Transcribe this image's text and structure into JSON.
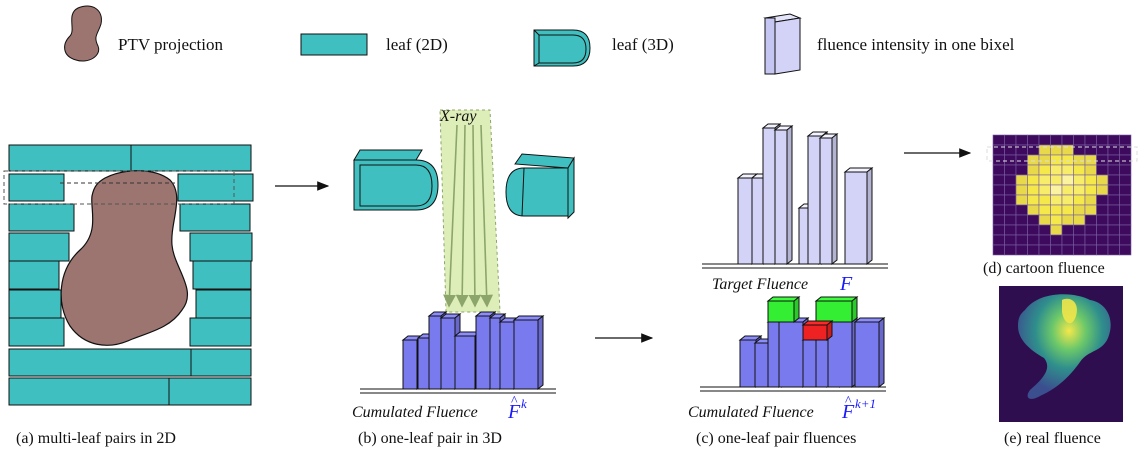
{
  "legend": {
    "ptv": "PTV projection",
    "leaf2d": "leaf (2D)",
    "leaf3d": "leaf (3D)",
    "bixel": "fluence intensity in one bixel"
  },
  "panel_b": {
    "xray": "X-ray",
    "cum_text": "Cumulated Fluence",
    "cum_sym": "F",
    "cum_sup": "k"
  },
  "panel_c": {
    "target_text": "Target Fluence",
    "target_sym": "F",
    "cum_text": "Cumulated Fluence",
    "cum_sym": "F",
    "cum_sup": "k+1"
  },
  "captions": {
    "a": "(a) multi-leaf pairs in 2D",
    "b": "(b) one-leaf pair in 3D",
    "c": "(c) one-leaf pair fluences",
    "d": "(d) cartoon fluence",
    "e": "(e) real fluence"
  },
  "colors": {
    "leaf": "#3fbfbf",
    "ptv": "#9c7570",
    "bixel": "#d3d3f7",
    "cumulated": "#7a7aef",
    "increase": "#33ee33",
    "overshoot": "#ee2222",
    "cartoon_bg": "#3e0a5e",
    "cartoon_fill": "#f0e230"
  }
}
